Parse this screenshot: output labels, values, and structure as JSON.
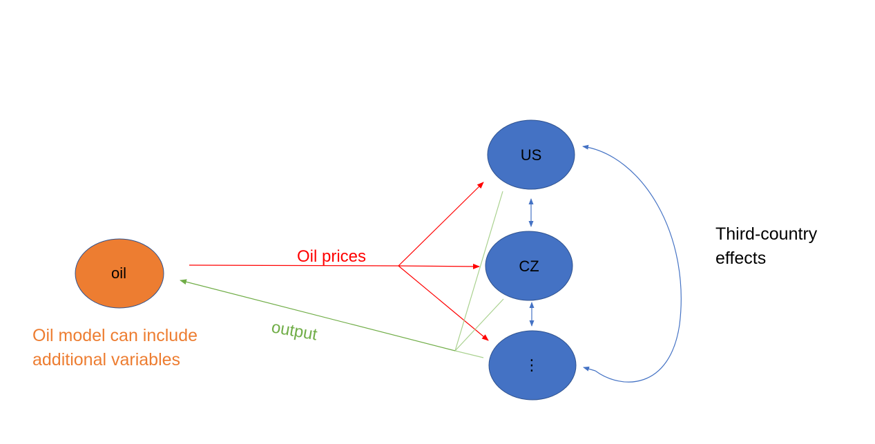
{
  "colors": {
    "oil_fill": "#ed7d31",
    "country_fill": "#4472c4",
    "node_stroke": "#2f528f",
    "price_arrow": "#ff0000",
    "output_arrow": "#70ad47",
    "output_faint": "#a9d18e",
    "link_arrow": "#4472c4",
    "note_orange": "#ed7d31",
    "text_black": "#000000"
  },
  "nodes": {
    "oil": {
      "label": "oil"
    },
    "us": {
      "label": "US"
    },
    "cz": {
      "label": "CZ"
    },
    "other": {
      "label": "⋮"
    }
  },
  "edges": {
    "oil_prices": {
      "label": "Oil prices"
    },
    "output": {
      "label": "output"
    }
  },
  "notes": {
    "oil_model": {
      "line1": "Oil model can include",
      "line2": "additional variables"
    },
    "third_country": {
      "line1": "Third-country",
      "line2": "effects"
    }
  }
}
